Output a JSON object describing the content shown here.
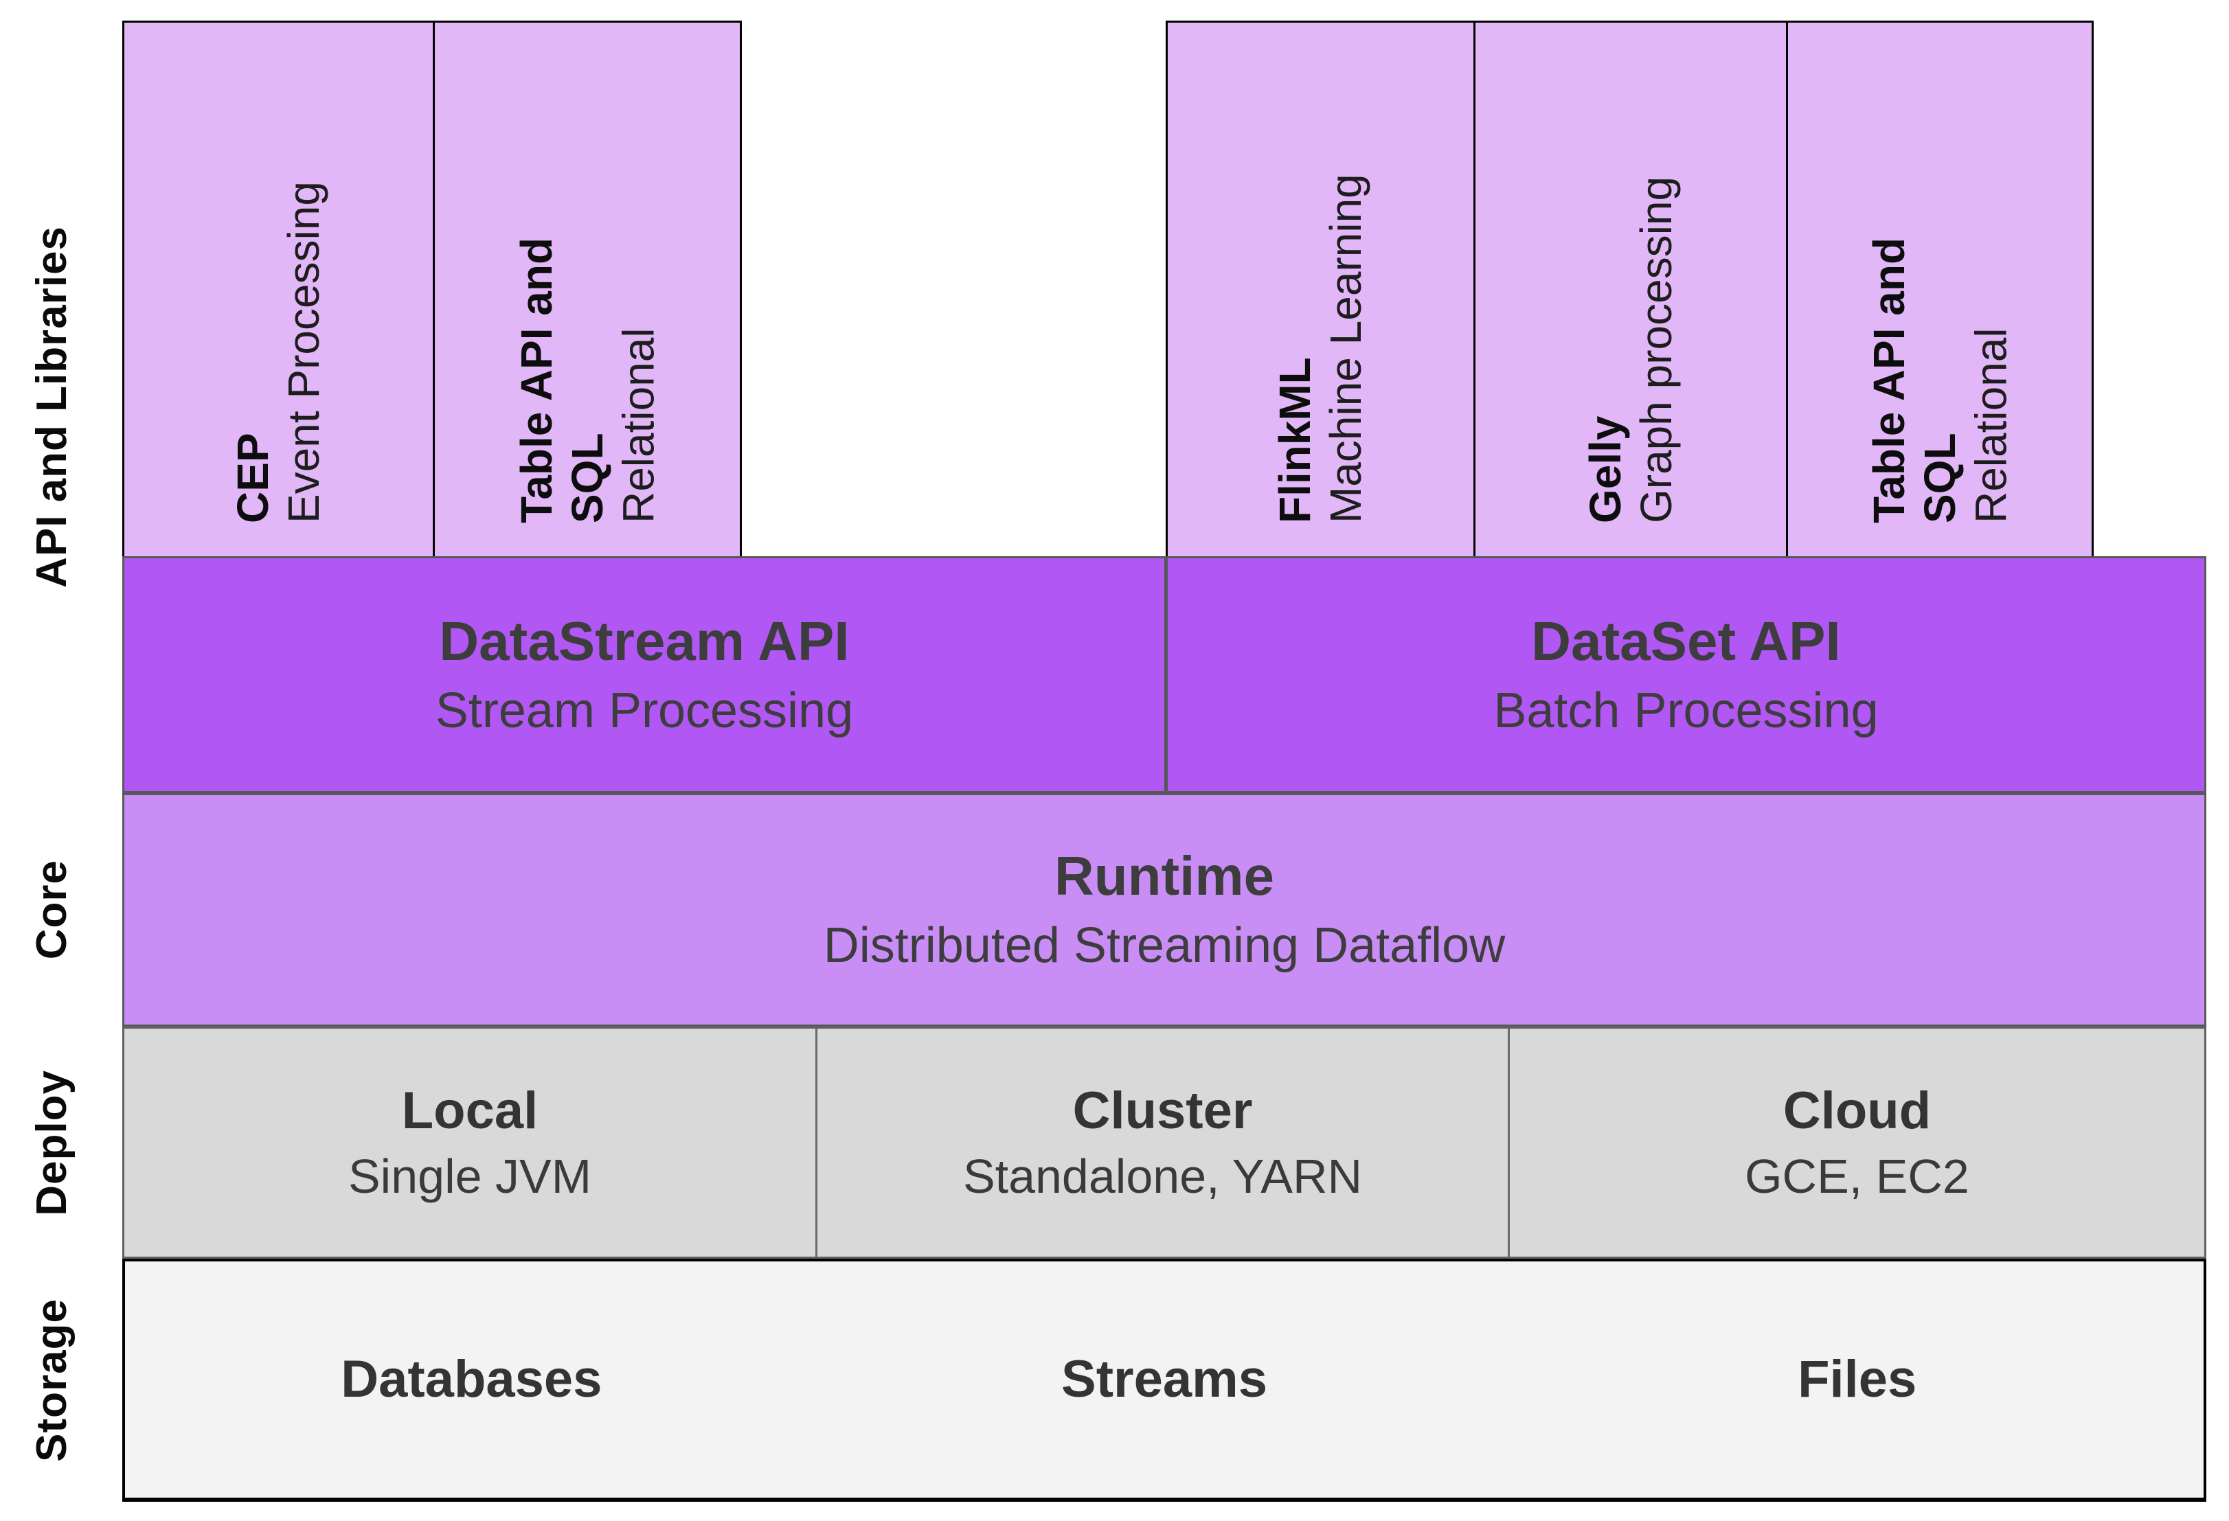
{
  "palette": {
    "library_box_bg": "#e2b7f8",
    "api_row_bg": "#b157f3",
    "core_row_bg": "#c98ef5",
    "deploy_row_bg": "#d9d9d9",
    "storage_row_bg": "#f3f3f3",
    "library_box_border": "#000000",
    "row_border": "#595959",
    "title_text": "#3d3d3d",
    "side_label_text": "#0a0a0a"
  },
  "side_labels": {
    "api_and_libraries": "API and Libraries",
    "core": "Core",
    "deploy": "Deploy",
    "storage": "Storage"
  },
  "libraries": {
    "stream": [
      {
        "name": "CEP",
        "name2": "",
        "desc": "Event Processing"
      },
      {
        "name": "Table API and",
        "name2": "SQL",
        "desc": "Relational"
      }
    ],
    "batch": [
      {
        "name": "FlinkML",
        "name2": "",
        "desc": "Machine Learning"
      },
      {
        "name": "Gelly",
        "name2": "",
        "desc": "Graph processing"
      },
      {
        "name": "Table API and",
        "name2": "SQL",
        "desc": "Relational"
      }
    ]
  },
  "api_row": {
    "stream": {
      "title": "DataStream API",
      "subtitle": "Stream Processing"
    },
    "batch": {
      "title": "DataSet API",
      "subtitle": "Batch Processing"
    }
  },
  "core_row": {
    "title": "Runtime",
    "subtitle": "Distributed Streaming Dataflow"
  },
  "deploy_row": [
    {
      "title": "Local",
      "subtitle": "Single JVM"
    },
    {
      "title": "Cluster",
      "subtitle": "Standalone, YARN"
    },
    {
      "title": "Cloud",
      "subtitle": "GCE, EC2"
    }
  ],
  "storage_row": [
    {
      "title": "Databases"
    },
    {
      "title": "Streams"
    },
    {
      "title": "Files"
    }
  ]
}
